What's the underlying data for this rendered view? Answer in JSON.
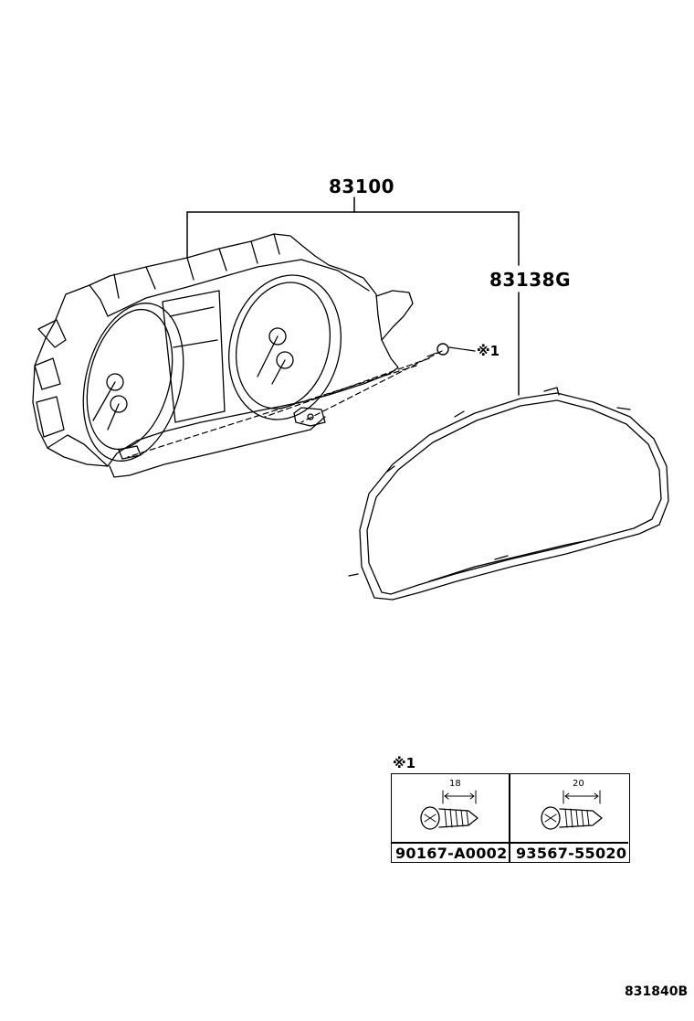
{
  "labels": {
    "assembly": "83100",
    "glass": "83138G",
    "screw_ref": "※1"
  },
  "fastener_table": {
    "heading": "※1",
    "items": [
      {
        "dimension": "18",
        "part_number": "90167-A0002",
        "icon": "tapping-screw-icon"
      },
      {
        "dimension": "20",
        "part_number": "93567-55020",
        "icon": "tapping-screw-icon"
      }
    ]
  },
  "illustration_code": "831840B"
}
